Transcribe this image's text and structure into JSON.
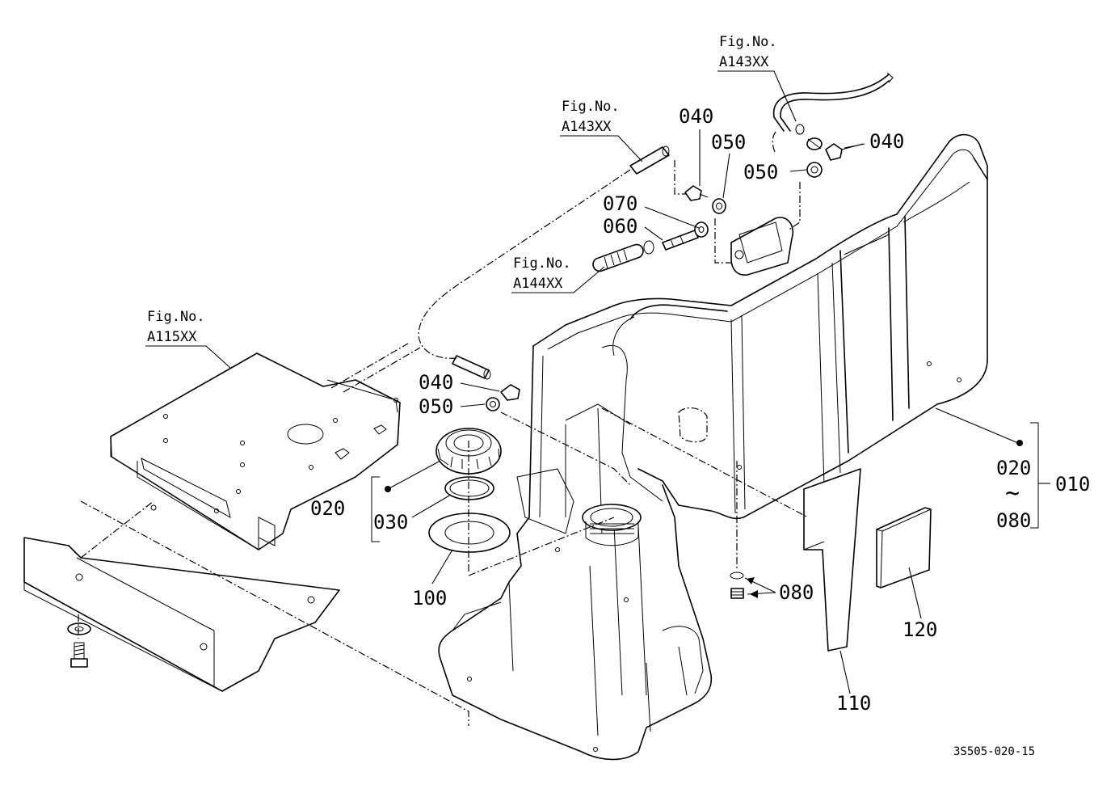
{
  "drawing_code": "3S505-020-15",
  "fig_refs": {
    "top_right": [
      "Fig.No.",
      "A143XX"
    ],
    "top_middle": [
      "Fig.No.",
      "A143XX"
    ],
    "middle": [
      "Fig.No.",
      "A144XX"
    ],
    "left": [
      "Fig.No.",
      "A115XX"
    ]
  },
  "callouts": {
    "p040_top": "040",
    "p050_top": "050",
    "p040_right": "040",
    "p050_right": "050",
    "p070": "070",
    "p060": "060",
    "p040_low": "040",
    "p050_low": "050",
    "p020_left": "020",
    "p030": "030",
    "p100": "100",
    "p080": "080",
    "p110": "110",
    "p120": "120",
    "p020_right": "020",
    "tilde": "~",
    "p080_right": "080",
    "p010": "010"
  }
}
